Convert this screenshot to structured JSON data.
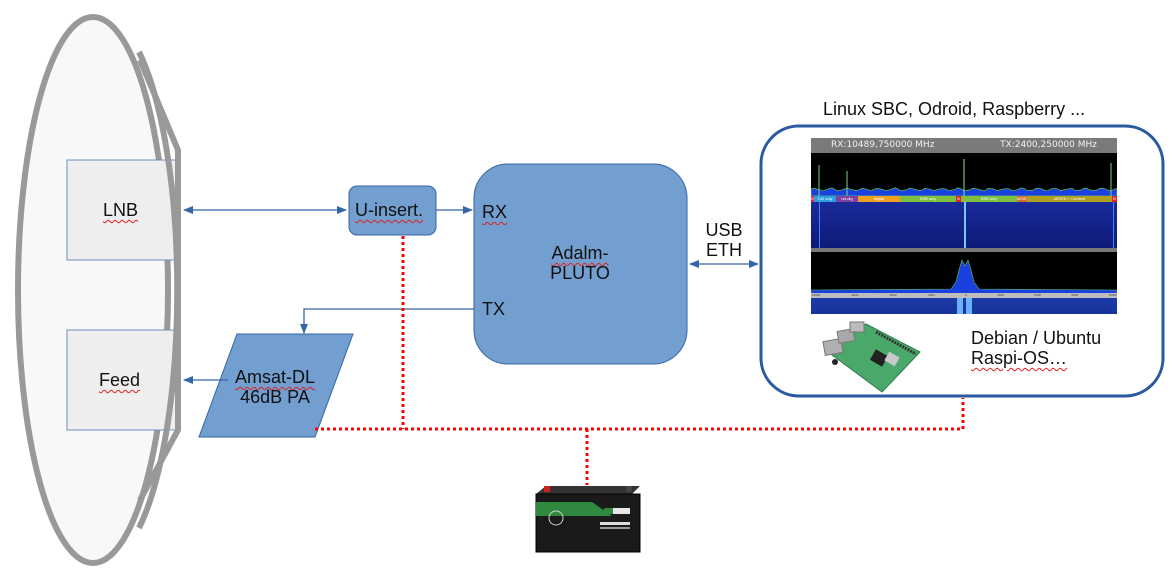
{
  "diagram": {
    "title": "Satellite ground station block diagram",
    "colors": {
      "block_fill": "#729fcf",
      "block_stroke": "#3465a4",
      "arrow": "#3465a4",
      "power_line": "#ff0000",
      "dish_stroke": "#999999",
      "dish_fill": "#f8f8f8",
      "feed_box_fill": "#eeeeee",
      "sbc_frame": "#2a5aa0"
    },
    "dish": {
      "lnb_label": "LNB",
      "feed_label": "Feed"
    },
    "u_insert": {
      "label": "U-insert."
    },
    "pluto": {
      "rx_label": "RX",
      "tx_label": "TX",
      "name_line1": "Adalm-",
      "name_line2": "PLUTO"
    },
    "link": {
      "line1": "USB",
      "line2": "ETH"
    },
    "pa": {
      "line1": "Amsat-DL",
      "line2": "46dB PA"
    },
    "sbc": {
      "caption": "Linux SBC, Odroid, Raspberry ...",
      "os_line1": "Debian / Ubuntu",
      "os_line2": "Raspi-OS…",
      "board_image": "raspberry-pi-board",
      "sdr_screen": {
        "rx_freq": "RX:10489,750000 MHz",
        "tx_freq": "TX:2400,250000 MHz",
        "bandplan": [
          {
            "label": "B",
            "color": "#e0202a"
          },
          {
            "label": "CW only",
            "color": "#2aa0e0"
          },
          {
            "label": "nrt-dig",
            "color": "#8040a0"
          },
          {
            "label": "digital",
            "color": "#f0a020"
          },
          {
            "label": "SSB only",
            "color": "#80c040"
          },
          {
            "label": "B",
            "color": "#e0202a"
          },
          {
            "label": "SSB only",
            "color": "#80c040"
          },
          {
            "label": "MIXED",
            "color": "#d07030"
          },
          {
            "label": "MIXED + Contest",
            "color": "#b0a020"
          },
          {
            "label": "B",
            "color": "#e0202a"
          }
        ],
        "axis_ticks": [
          "-10000",
          "-8000",
          "-6000",
          "-4000",
          "0",
          "4000",
          "6000",
          "8000",
          "10000"
        ]
      }
    },
    "battery": {
      "image": "12v-car-battery"
    }
  }
}
